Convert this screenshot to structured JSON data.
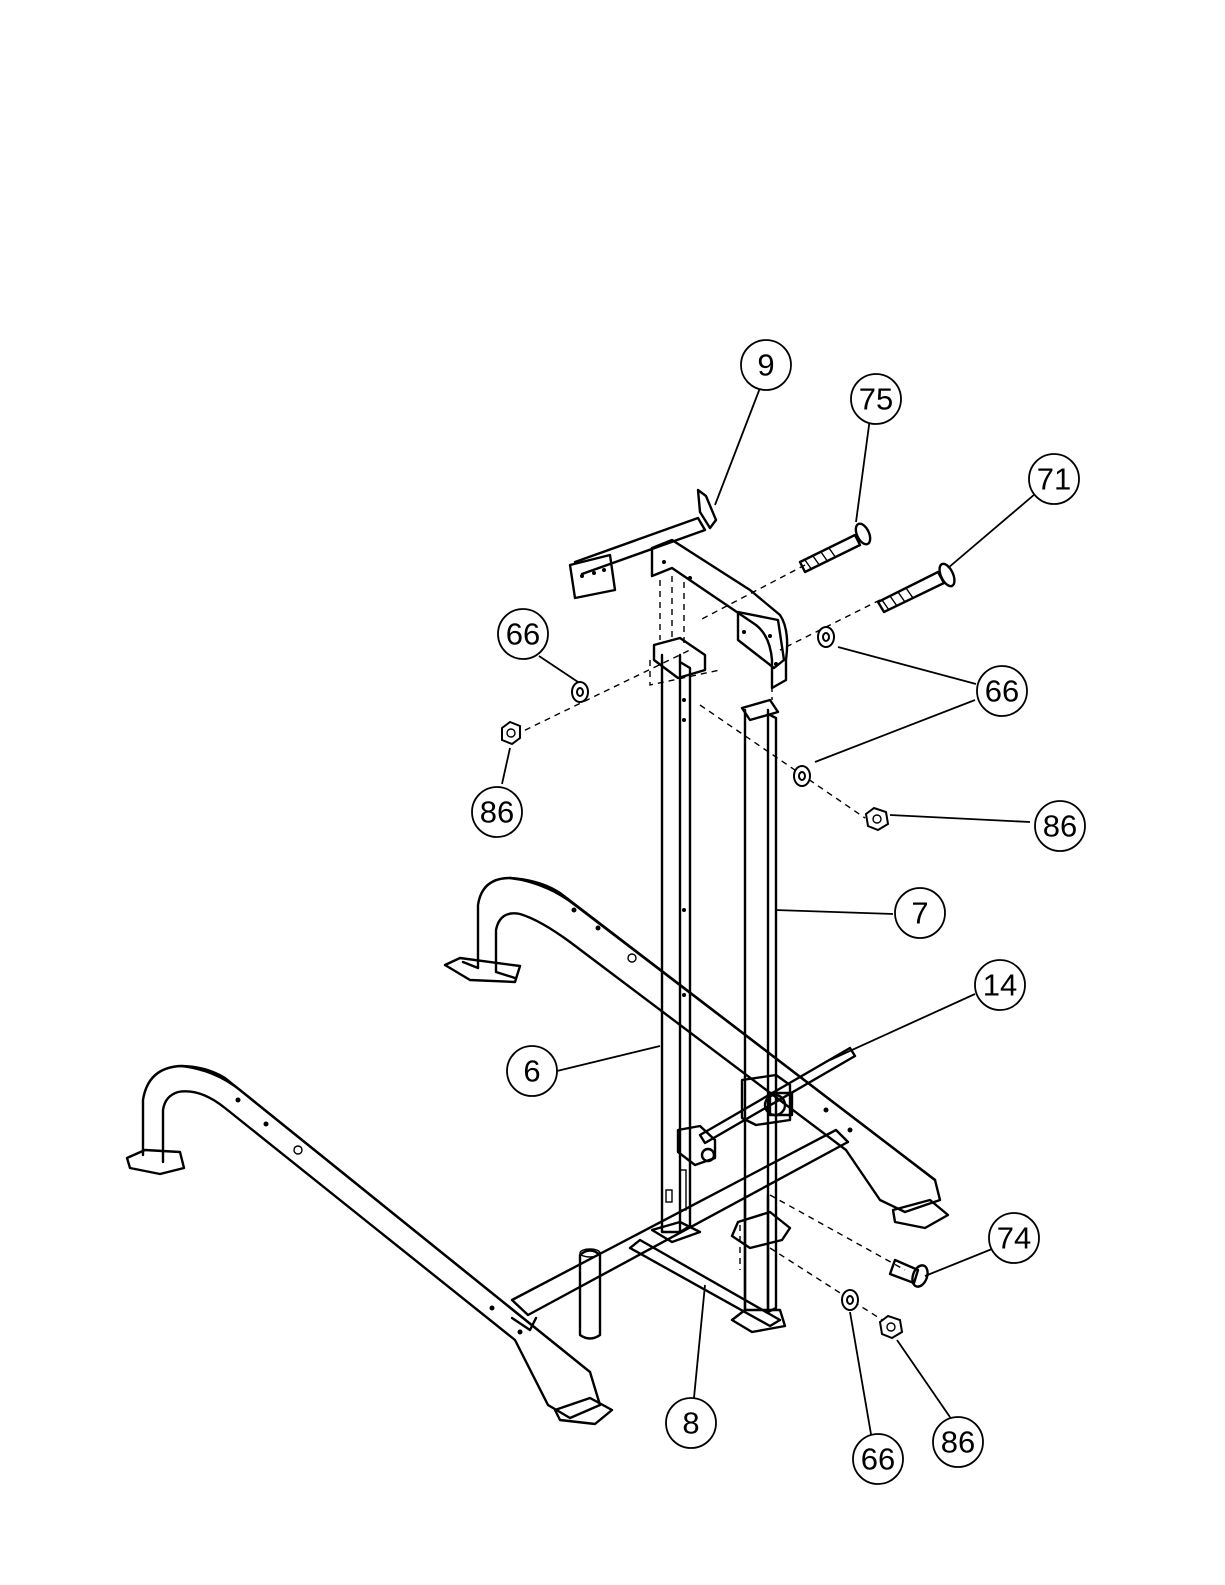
{
  "callouts": [
    {
      "id": "c9",
      "label": "9"
    },
    {
      "id": "c75",
      "label": "75"
    },
    {
      "id": "c71",
      "label": "71"
    },
    {
      "id": "c66a",
      "label": "66"
    },
    {
      "id": "c66b",
      "label": "66"
    },
    {
      "id": "c86a",
      "label": "86"
    },
    {
      "id": "c86b",
      "label": "86"
    },
    {
      "id": "c7",
      "label": "7"
    },
    {
      "id": "c14",
      "label": "14"
    },
    {
      "id": "c6",
      "label": "6"
    },
    {
      "id": "c74",
      "label": "74"
    },
    {
      "id": "c8",
      "label": "8"
    },
    {
      "id": "c66c",
      "label": "66"
    },
    {
      "id": "c86c",
      "label": "86"
    }
  ]
}
